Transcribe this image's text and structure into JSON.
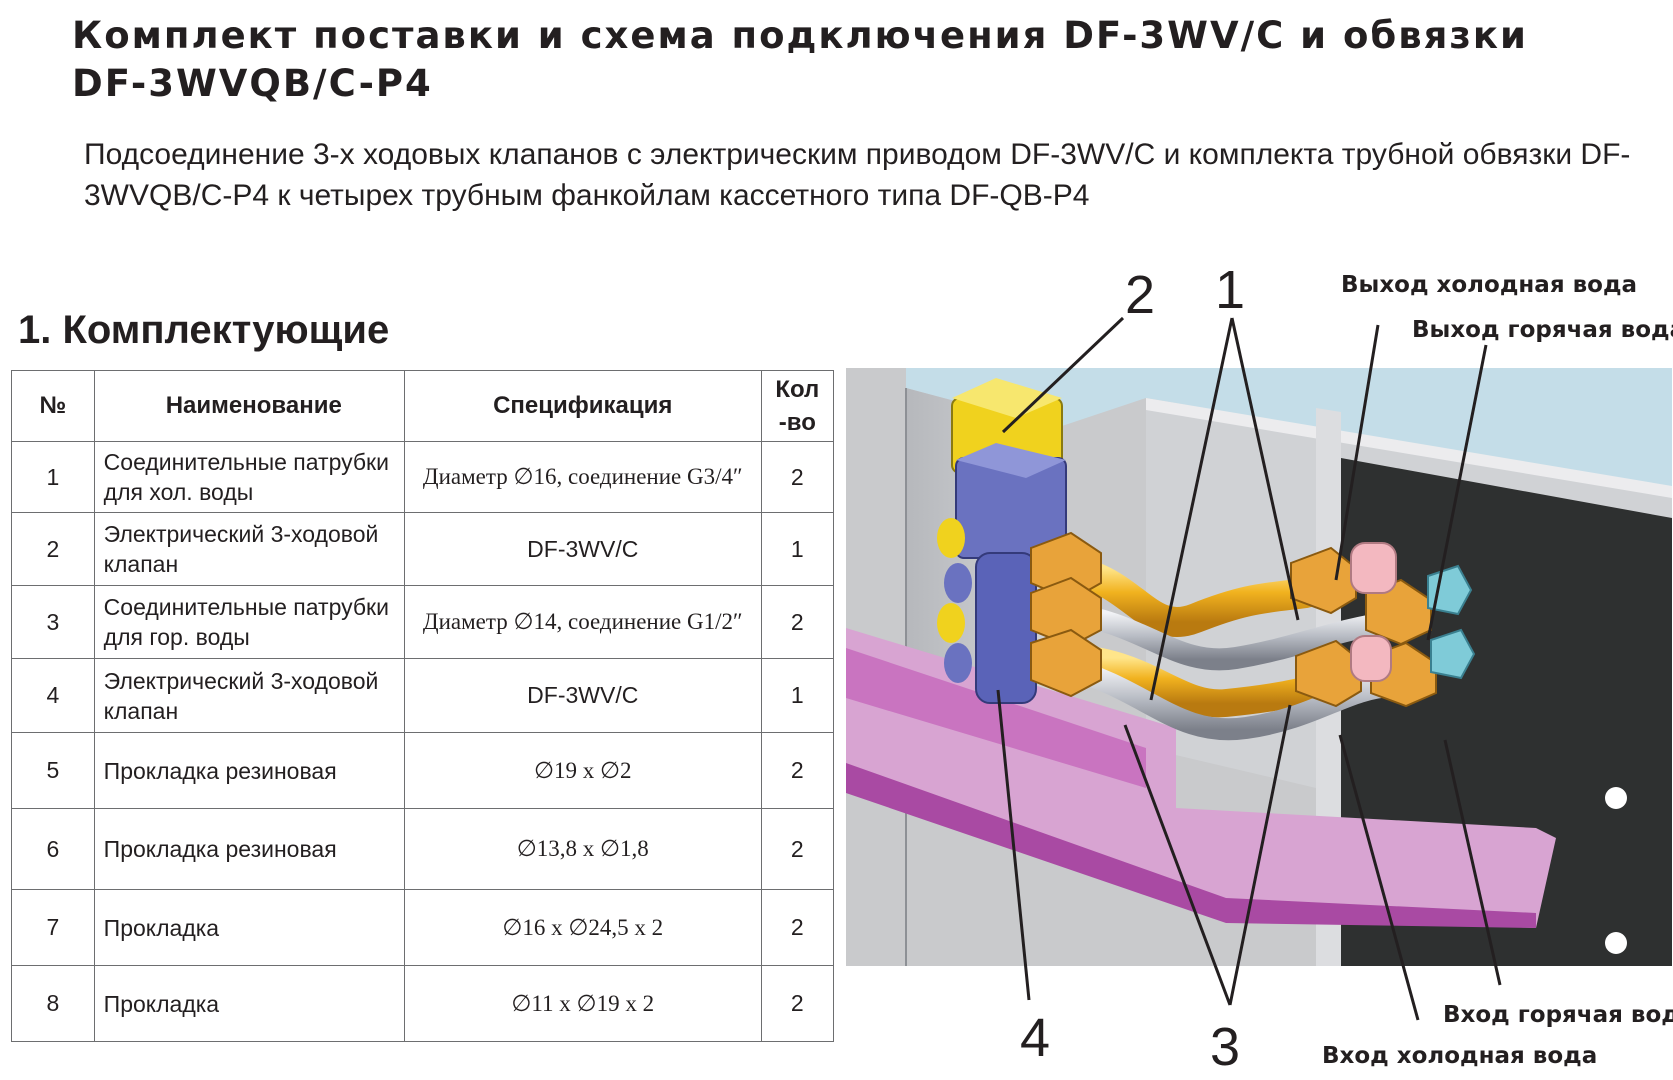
{
  "header": {
    "title": "Комплект поставки и схема подключения DF-3WV/C и обвязки DF-3WVQB/C-P4",
    "subtitle": "Подсоединение  3-х ходовых клапанов с  электрическим приводом DF-3WV/C и комплекта трубной обвязки DF-3WVQB/C-P4 к четырех трубным фанкойлам кассетного типа DF-QB-P4"
  },
  "section": {
    "heading": "1. Комплектующие"
  },
  "table": {
    "headers": {
      "num": "№",
      "name": "Наименование",
      "spec": "Спецификация",
      "qty": "Кол -во"
    },
    "rows": [
      {
        "num": "1",
        "name": "Соединительные патрубки для хол. воды",
        "spec": "Диаметр ∅16, соединение G3/4″",
        "qty": "2"
      },
      {
        "num": "2",
        "name": "Электрический 3-ходовой клапан",
        "spec": "DF-3WV/C",
        "qty": "1"
      },
      {
        "num": "3",
        "name": "Соединительные патрубки для гор. воды",
        "spec": "Диаметр ∅14, соединение G1/2″",
        "qty": "2"
      },
      {
        "num": "4",
        "name": "Электрический 3-ходовой клапан",
        "spec": "DF-3WV/C",
        "qty": "1"
      },
      {
        "num": "5",
        "name": "Прокладка резиновая",
        "spec": "∅19 х ∅2",
        "qty": "2"
      },
      {
        "num": "6",
        "name": "Прокладка резиновая",
        "spec": "∅13,8 х ∅1,8",
        "qty": "2"
      },
      {
        "num": "7",
        "name": "Прокладка",
        "spec": "∅16 х ∅24,5 х 2",
        "qty": "2"
      },
      {
        "num": "8",
        "name": "Прокладка",
        "spec": "∅11 х ∅19 х 2",
        "qty": "2"
      }
    ]
  },
  "diagram": {
    "callouts": {
      "cold_out": "Выход холодная вода",
      "hot_out": "Выход горячая вода",
      "hot_in": "Вход горячая вода",
      "cold_in": "Вход холодная вода",
      "n1": "1",
      "n2": "2",
      "n3": "3",
      "n4": "4"
    },
    "colors": {
      "wall_grey": "#c9cacc",
      "ceiling_blue": "#c4dde8",
      "tray_purple": "#c974c0",
      "valve_yellow": "#f0d21e",
      "valve_blue": "#6a72c0",
      "pipe_gold": "#f1b21f",
      "pipe_silver": "#b8bcc4",
      "nut_orange": "#e8a33a",
      "cap_pink": "#f3b8c0",
      "cap_cyan": "#7fcbd8",
      "panel_dark": "#2e3030"
    }
  }
}
